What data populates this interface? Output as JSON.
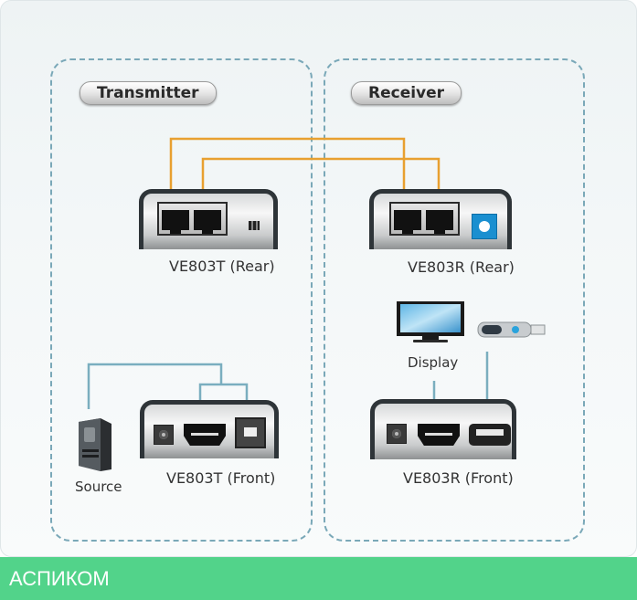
{
  "sections": {
    "transmitter": {
      "title": "Transmitter"
    },
    "receiver": {
      "title": "Receiver"
    }
  },
  "devices": {
    "transmitter_rear": {
      "label": "VE803T (Rear)"
    },
    "receiver_rear": {
      "label": "VE803R (Rear)"
    },
    "transmitter_front": {
      "label": "VE803T (Front)"
    },
    "receiver_front": {
      "label": "VE803R (Front)"
    }
  },
  "peripherals": {
    "source": {
      "label": "Source"
    },
    "display": {
      "label": "Display"
    }
  },
  "colors": {
    "cat_cable": "#e8a030",
    "signal_cable": "#7aaebf",
    "panel_border": "#7aa8b8",
    "footer": "#52d38a"
  },
  "footer": {
    "brand": "АСПИКОМ"
  }
}
